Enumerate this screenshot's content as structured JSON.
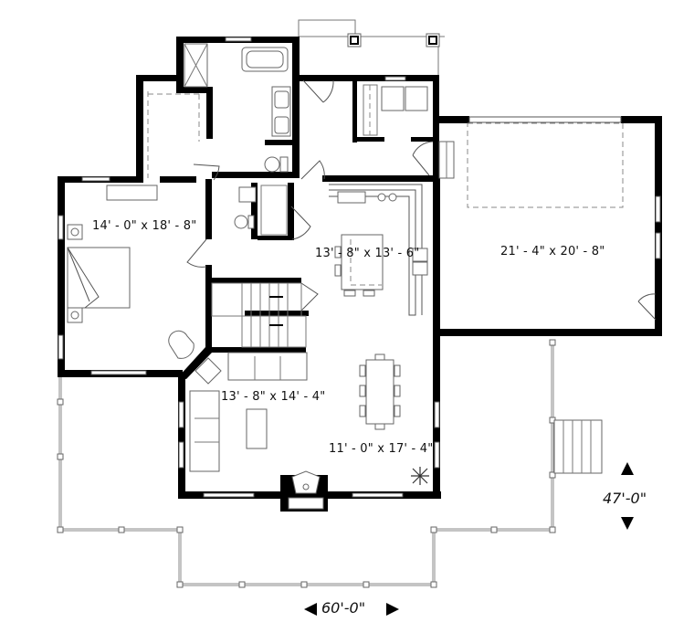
{
  "floor_plan": {
    "rooms": [
      {
        "id": "master-bedroom",
        "dimensions": "14' - 0\" x 18' - 8\""
      },
      {
        "id": "kitchen",
        "dimensions": "13' - 8\" x 13' - 6\""
      },
      {
        "id": "garage",
        "dimensions": "21' - 4\" x 20' - 8\""
      },
      {
        "id": "living-room",
        "dimensions": "13' - 8\" x 14' - 4\""
      },
      {
        "id": "dining-room",
        "dimensions": "11' - 0\" x 17' - 4\""
      }
    ],
    "overall_dimensions": {
      "depth": "47'-0\"",
      "width": "60'-0\""
    },
    "colors": {
      "wall": "#000000",
      "fixture_line": "#666666",
      "background": "#ffffff"
    }
  }
}
